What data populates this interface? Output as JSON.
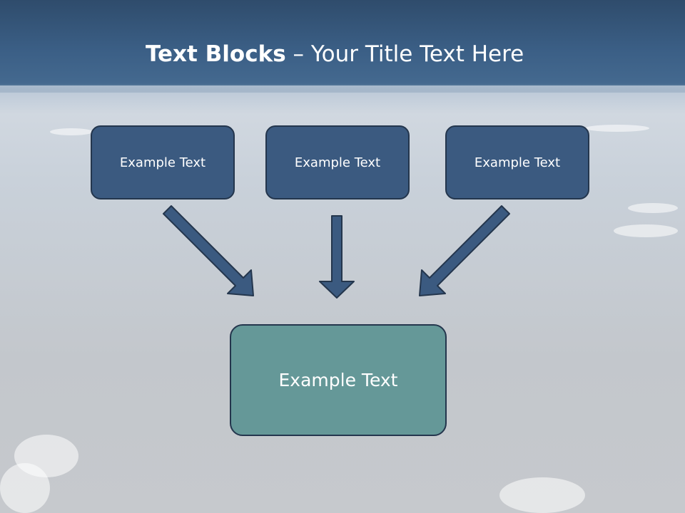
{
  "title": {
    "bold": "Text Blocks",
    "rest": " – Your Title Text Here"
  },
  "boxes": {
    "top": [
      "Example Text",
      "Example Text",
      "Example Text"
    ],
    "bottom": "Example Text"
  },
  "colors": {
    "header": "#3b5f86",
    "box_top": "#3b5a80",
    "box_bottom": "#659898",
    "border": "#24364d"
  }
}
